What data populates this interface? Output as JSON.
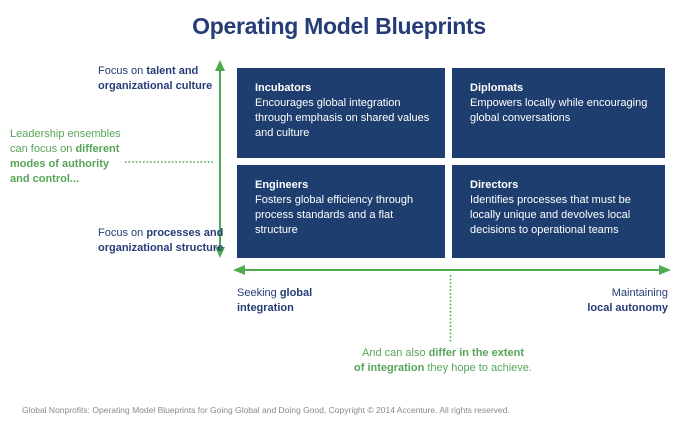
{
  "title": "Operating Model Blueprints",
  "colors": {
    "navy_box": "#1e3e6f",
    "navy_text": "#253c77",
    "green_arrow": "#4cac4e",
    "green_text": "#57a558",
    "footer_gray": "#8a8a8a",
    "quad_text": "#ffffff"
  },
  "quadrants": {
    "incubators": {
      "title": "Incubators",
      "description": "Encourages global integration through emphasis on shared values and culture"
    },
    "diplomats": {
      "title": "Diplomats",
      "description": "Empowers locally while encouraging global conversations"
    },
    "engineers": {
      "title": "Engineers",
      "description": "Fosters global efficiency through process standards and a flat structure"
    },
    "directors": {
      "title": "Directors",
      "description": "Identifies processes that must be locally unique and devolves local decisions to operational teams"
    }
  },
  "y_axis": {
    "top": {
      "regular": "Focus on ",
      "bold_line1": "talent and",
      "bold_line2": "organizational culture"
    },
    "bottom": {
      "regular": "Focus on ",
      "bold_line1": "processes and",
      "bold_line2": "organizational structure"
    }
  },
  "x_axis": {
    "left": {
      "regular": "Seeking ",
      "bold_line1": "global",
      "bold_line2": "integration"
    },
    "right": {
      "line1": "Maintaining",
      "bold_line2": "local autonomy"
    }
  },
  "annotations": {
    "left": {
      "line1": "Leadership ensembles",
      "line2_regular": "can focus on ",
      "line2_bold": "different",
      "line3_bold": "modes of authority",
      "line4_bold": "and control..."
    },
    "bottom": {
      "line1_regular": "And can also ",
      "line1_bold": "differ in the extent",
      "line2_bold": "of integration",
      "line2_regular": " they hope to achieve."
    }
  },
  "footer": "Global Nonprofits: Operating Model Blueprints for Going Global and Doing Good, Copyright © 2014 Accenture. All rights reserved."
}
